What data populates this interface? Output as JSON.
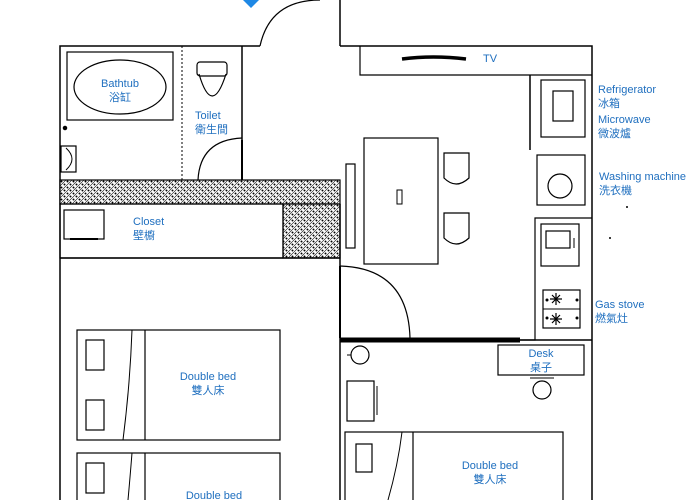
{
  "rooms": {
    "bathtub": {
      "en": "Bathtub",
      "zh": "浴缸"
    },
    "toilet": {
      "en": "Toilet",
      "zh": "衛生間"
    },
    "closet": {
      "en": "Closet",
      "zh": "壁櫥"
    },
    "tv": {
      "en": "TV"
    },
    "refrigerator": {
      "en": "Refrigerator",
      "zh": "冰箱"
    },
    "microwave": {
      "en": "Microwave",
      "zh": "微波爐"
    },
    "washing_machine": {
      "en": "Washing machine",
      "zh": "洗衣機"
    },
    "gas_stove": {
      "en": "Gas stove",
      "zh": "燃氣灶"
    },
    "desk": {
      "en": "Desk",
      "zh": "桌子"
    },
    "double_bed_1": {
      "en": "Double bed",
      "zh": "雙人床"
    },
    "double_bed_2": {
      "en": "Double bed",
      "zh": "雙人床"
    },
    "double_bed_3": {
      "en": "Double bed"
    }
  },
  "colors": {
    "line": "#000000",
    "label": "#1f6fbf",
    "pin": "#1e88e5"
  }
}
